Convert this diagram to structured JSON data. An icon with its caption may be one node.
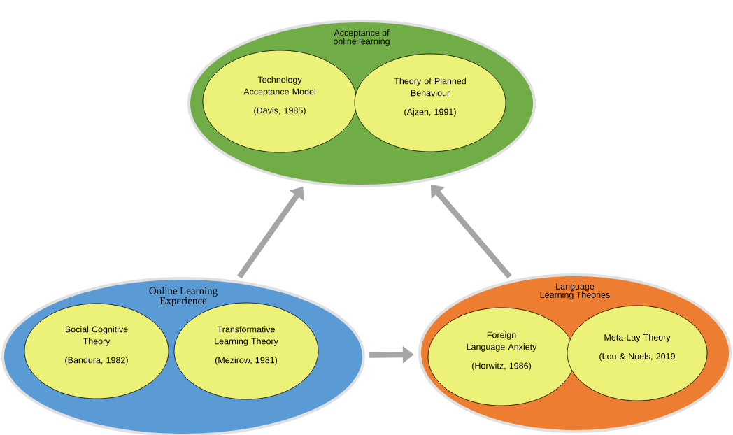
{
  "diagram": {
    "nodes": [
      {
        "text": [
          "Acceptance of online learning"
        ]
      },
      {
        "text": [
          "Technology Acceptance Model",
          "(Davis, 1985)"
        ],
        "in": 0
      },
      {
        "text": [
          "Theory of Planned Behaviour",
          "(Ajzen, 1991)"
        ],
        "in": 0
      },
      {
        "text": [
          "Online Learning Experience"
        ]
      },
      {
        "text": [
          "Social Cognitive Theory",
          "(Bandura, 1982)"
        ],
        "in": 3
      },
      {
        "text": [
          "Transformative Learning Theory",
          "(Mezirow, 1981)"
        ],
        "in": 3
      },
      {
        "text": [
          "Language Learning Theories"
        ]
      },
      {
        "text": [
          "Foreign Language Anxiety",
          "(Horwitz, 1986)"
        ],
        "in": 6
      },
      {
        "text": [
          "Meta-Lay Theory",
          "(Lou & Noels, 2019"
        ],
        "in": 6
      }
    ],
    "edges": [
      {
        "from": 3,
        "to": 0,
        "arrow": "to"
      },
      {
        "from": 6,
        "to": 0,
        "arrow": "to"
      },
      {
        "from": 3,
        "to": 6,
        "arrow": "to"
      }
    ]
  }
}
